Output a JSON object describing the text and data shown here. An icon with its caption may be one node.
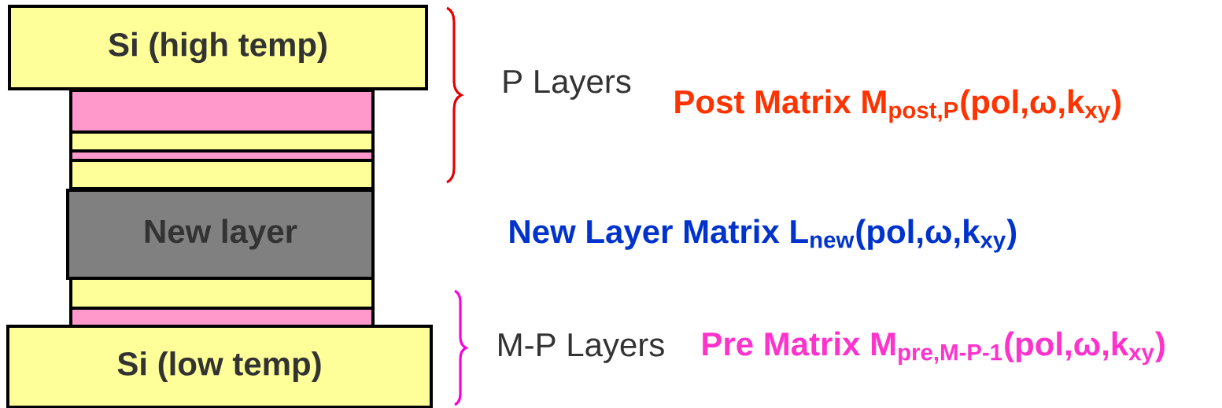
{
  "diagram": {
    "nodes": [
      {
        "text": [
          "Si (high temp)"
        ]
      },
      {
        "text": [],
        "shape": "bar"
      },
      {
        "text": [],
        "shape": "bar"
      },
      {
        "text": [],
        "shape": "bar"
      },
      {
        "text": [],
        "shape": "bar"
      },
      {
        "text": [
          "New layer"
        ]
      },
      {
        "text": [],
        "shape": "bar"
      },
      {
        "text": [],
        "shape": "bar"
      },
      {
        "text": [
          "Si (low temp)"
        ]
      }
    ],
    "labels": [
      "P Layers",
      "Post Matrix M$_{post,P}$(pol,ω,k$_{xy}$)",
      "New Layer Matrix L$_{new}$(pol,ω,k$_{xy}$)",
      "M-P Layers",
      "Pre Matrix M$_{pre,M-P-1}$(pol,ω,k$_{xy}$)"
    ]
  }
}
